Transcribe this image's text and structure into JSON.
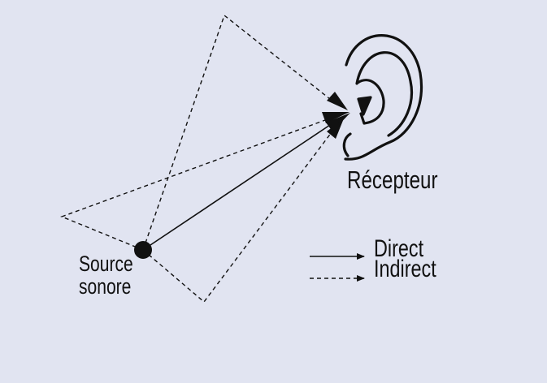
{
  "colors": {
    "background": "#e1e4f1",
    "ink": "#111111"
  },
  "icons": {
    "receiver": "ear-icon",
    "source": "source-dot-icon"
  },
  "labels": {
    "receiver": "Récepteur",
    "source_line1": "Source",
    "source_line2": "sonore"
  },
  "legend": {
    "direct": "Direct",
    "indirect": "Indirect"
  }
}
